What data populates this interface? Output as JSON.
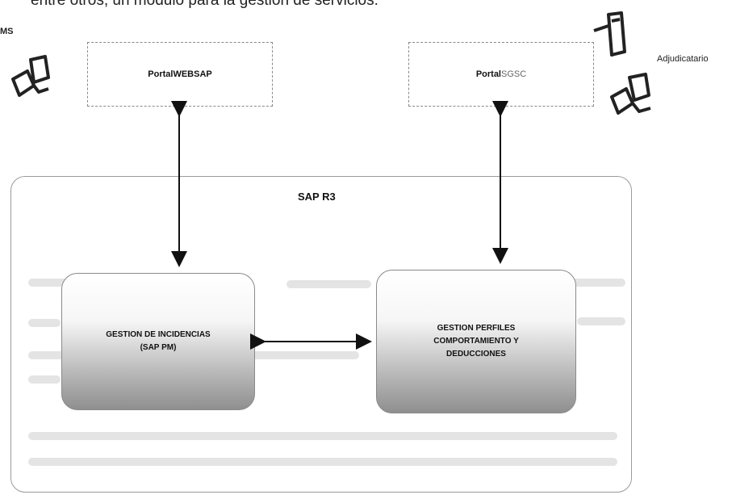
{
  "header_text": "entre otros, un módulo para la gestión de servicios:",
  "left_user_label": "MS",
  "right_user_label": "Adjudicatario",
  "portal_websap": {
    "prefix": "Portal ",
    "name": "WEBSAP"
  },
  "portal_sgsc": {
    "prefix": "Portal ",
    "name": "SGSC"
  },
  "sap_title": "SAP R3",
  "module_incidencias": {
    "line1": "GESTION DE INCIDENCIAS",
    "line2": "(SAP PM)"
  },
  "module_perfiles": {
    "line1": "GESTION PERFILES",
    "line2": "COMPORTAMIENTO Y",
    "line3": "DEDUCCIONES"
  },
  "icons": {
    "left_user": "computer-icon",
    "right_mobile": "mobile-phone-icon",
    "right_user": "computer-icon"
  }
}
